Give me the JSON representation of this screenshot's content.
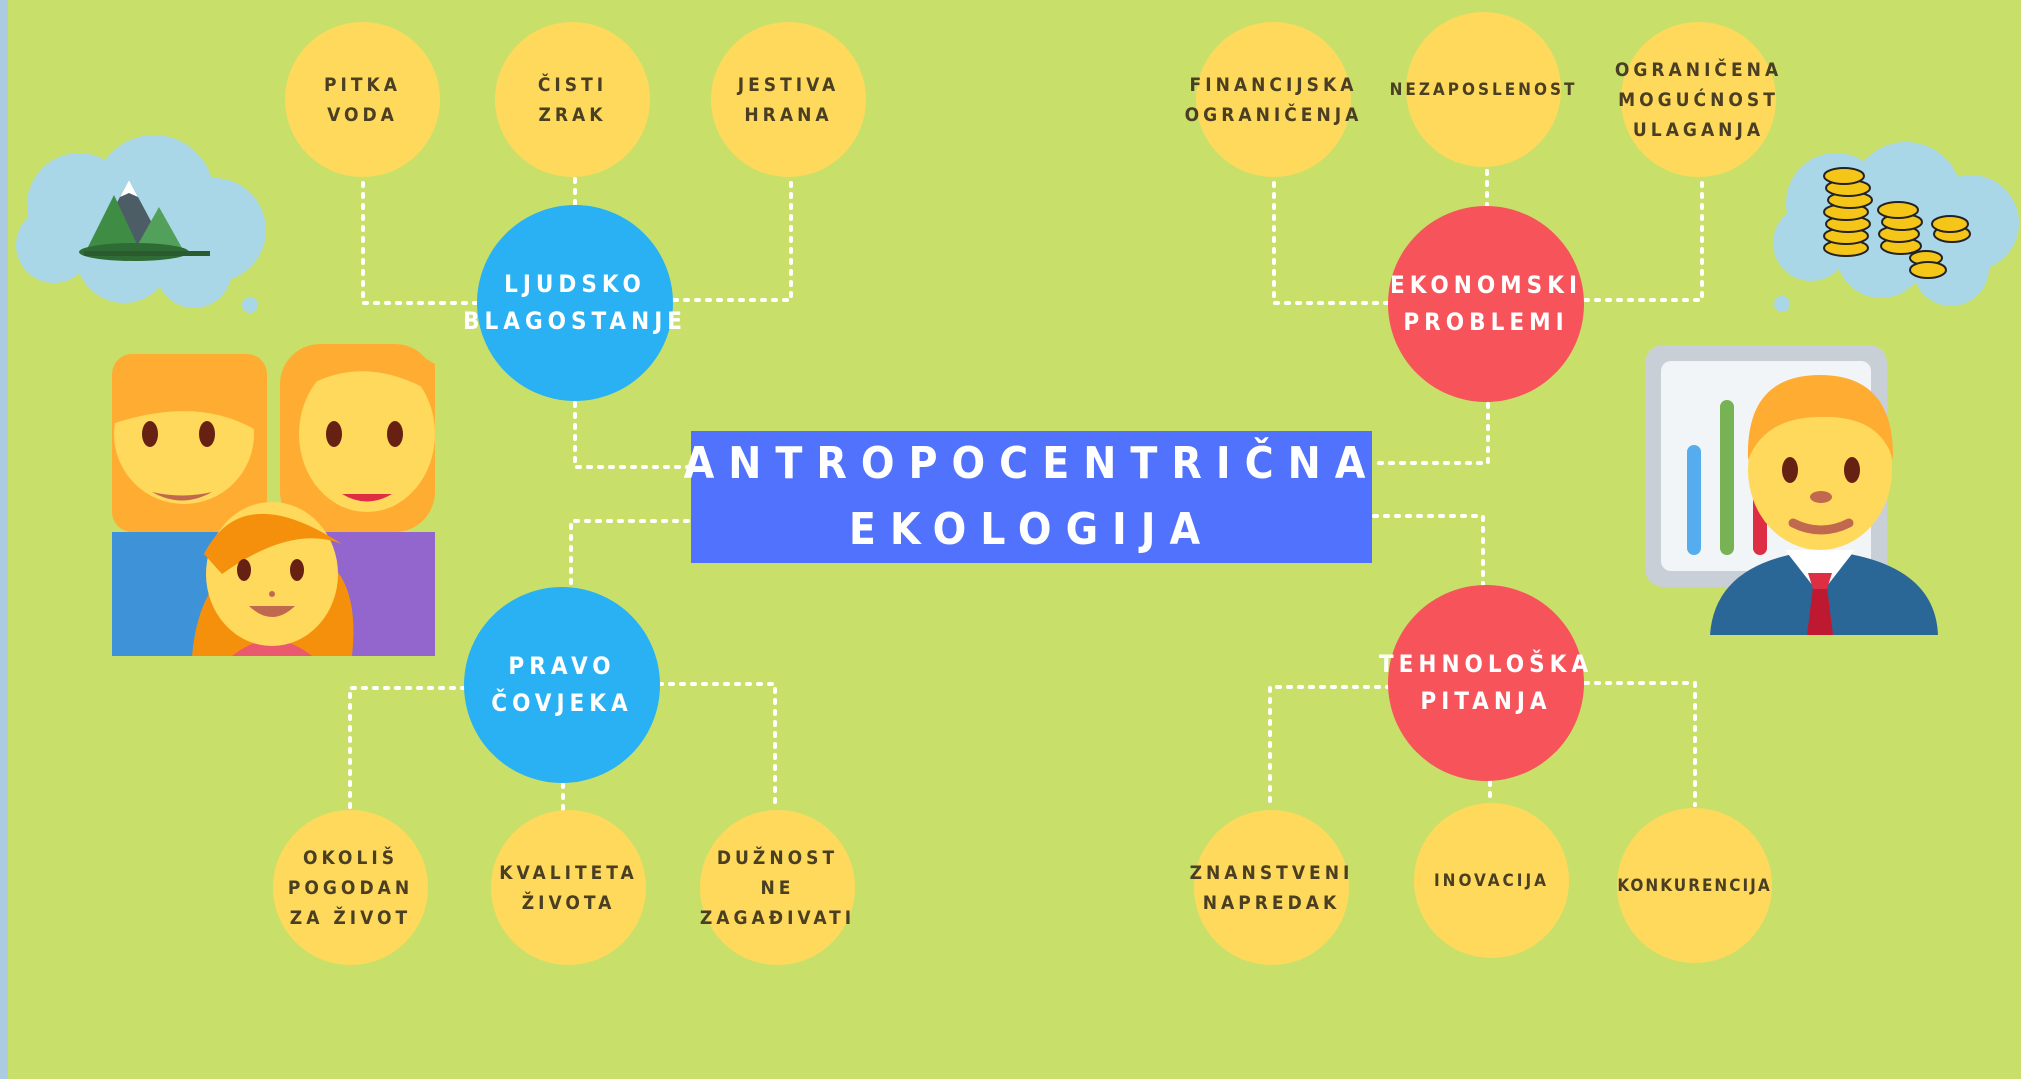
{
  "title": "ANTROPOCENTRIČNA EKOLOGIJA",
  "hubs": {
    "ljudsko": "LJUDSKO BLAGOSTANJE",
    "ekonomski": "EKONOMSKI PROBLEMI",
    "pravo": "PRAVO ČOVJEKA",
    "tehnoloska": "TEHNOLOŠKA PITANJA"
  },
  "leaves": {
    "pitka_voda": "PITKA VODA",
    "cisti_zrak": "ČISTI ZRAK",
    "jestiva_hrana": "JESTIVA HRANA",
    "financijska": "FINANCIJSKA OGRANIČENJA",
    "nezaposlenost": "NEZAPOSLENOST",
    "ogranicena": "OGRANIČENA MOGUĆNOST ULAGANJA",
    "okolis": "OKOLIŠ POGODAN ZA ŽIVOT",
    "kvaliteta": "KVALITETA ŽIVOTA",
    "duznost": "DUŽNOST NE ZAGAĐIVATI",
    "znanstveni": "ZNANSTVENI NAPREDAK",
    "inovacija": "INOVACIJA",
    "konkurencija": "KONKURENCIJA"
  },
  "colors": {
    "background": "#c8e06a",
    "leaf": "#ffd95c",
    "hub_blue": "#29b1f3",
    "hub_red": "#f7535b",
    "center": "#5172fd"
  },
  "icons": [
    "mountain-cloud-icon",
    "family-icon",
    "coins-cloud-icon",
    "businessman-chart-icon"
  ]
}
